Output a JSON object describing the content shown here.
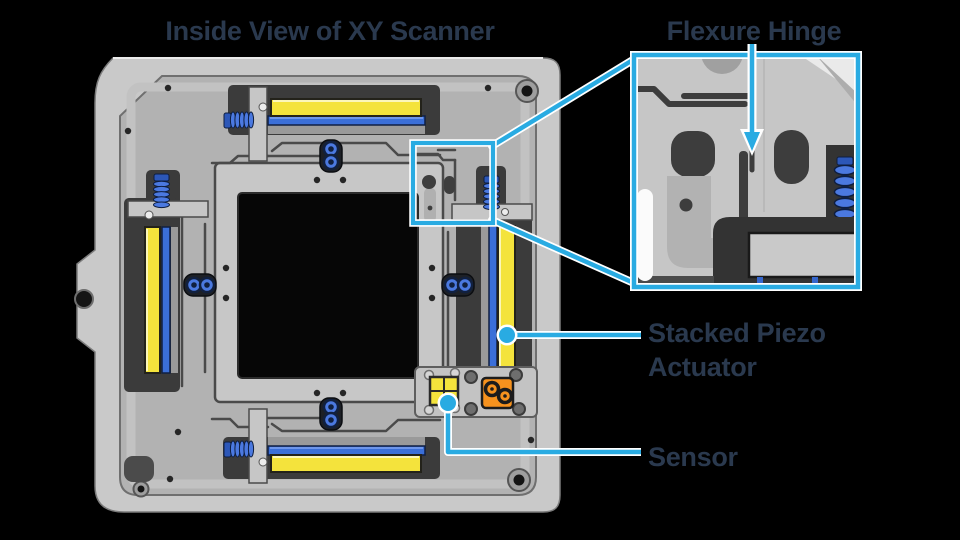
{
  "title": "Inside View of XY Scanner",
  "labels": {
    "flexure_hinge": "Flexure Hinge",
    "stacked_piezo": {
      "line1": "Stacked Piezo",
      "line2": "Actuator"
    },
    "sensor": "Sensor"
  },
  "colors": {
    "background": "#000000",
    "annotation_cyan": "#29abe2",
    "annotation_outline": "#ffffff",
    "label_text": "#2a394e",
    "piezo_yellow": "#f4e33c",
    "mechanism_blue": "#4b79e0",
    "connector_orange": "#f6921e",
    "body_gray": "#c9c9c9",
    "recess_dark": "#3b3b3b"
  }
}
